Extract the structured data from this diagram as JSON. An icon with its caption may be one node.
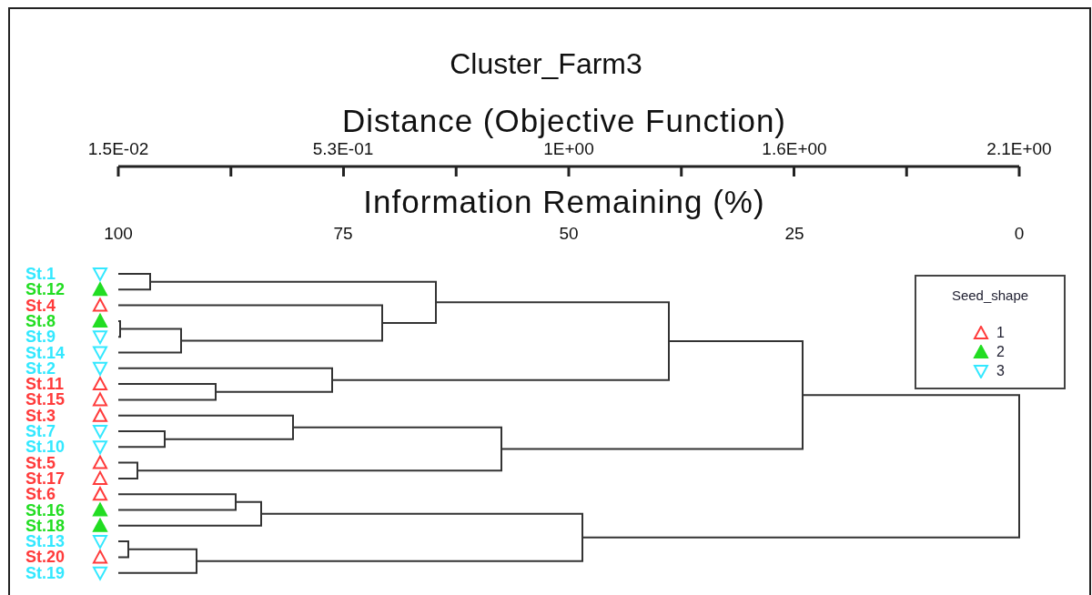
{
  "diagram": {
    "title": "Cluster_Farm3",
    "labels": [
      "Distance (Objective Function)",
      "1.5E-02",
      "5.3E-01",
      "1E+00",
      "1.6E+00",
      "2.1E+00",
      "Information Remaining (%)",
      "100",
      "75",
      "50",
      "25",
      "0",
      "St.1",
      "St.12",
      "St.4",
      "St.8",
      "St.9",
      "St.14",
      "St.2",
      "St.11",
      "St.15",
      "St.3",
      "St.7",
      "St.10",
      "St.5",
      "St.17",
      "St.6",
      "St.16",
      "St.18",
      "St.13",
      "St.20",
      "St.19",
      "Seed_shape"
    ],
    "legend": [
      {
        "text": "1"
      },
      {
        "text": "2"
      },
      {
        "text": "3"
      }
    ]
  }
}
